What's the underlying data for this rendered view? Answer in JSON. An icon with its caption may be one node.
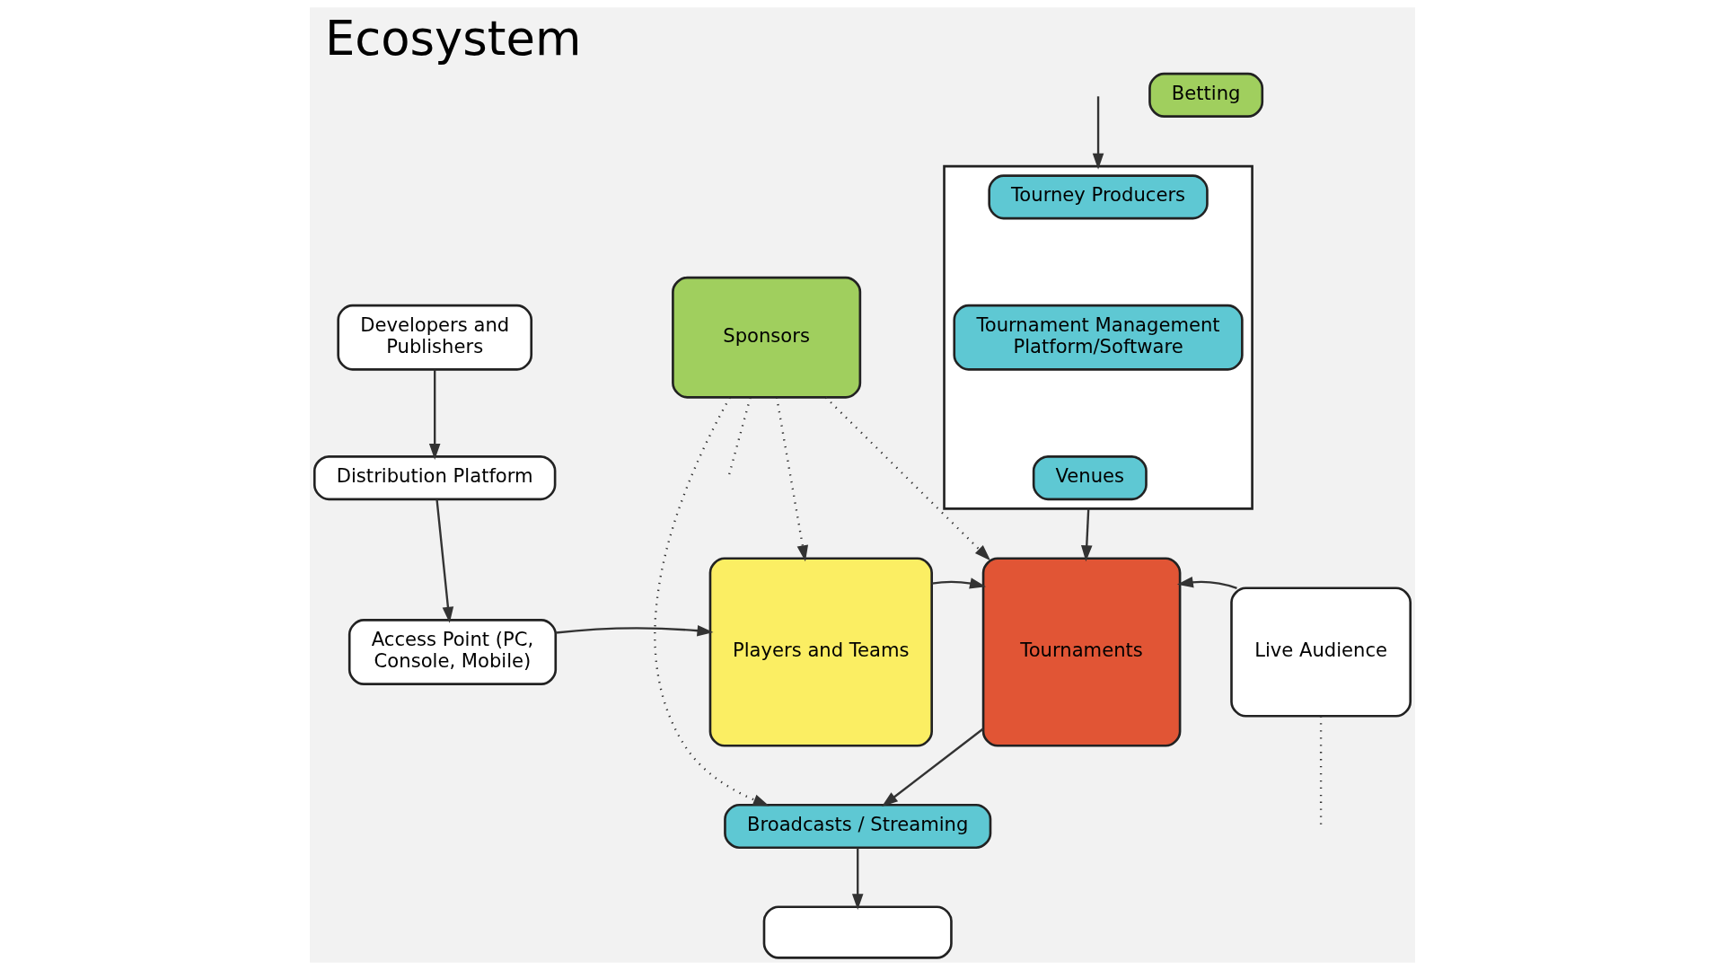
{
  "diagram": {
    "title": "Ecosystem",
    "nodes": [
      {
        "text": [
          "Developers and Publishers"
        ]
      },
      {
        "text": [
          "Distribution Platform"
        ]
      },
      {
        "text": [
          "Access Point (PC, Console, Mobile)"
        ]
      },
      {
        "text": [
          "Sponsors"
        ]
      },
      {
        "text": [
          "Players and Teams"
        ]
      },
      {
        "text": [],
        "shape": "box"
      },
      {
        "text": [
          "Tourney Producers"
        ],
        "in": 5
      },
      {
        "text": [
          "Tournament Management Platform/Software"
        ],
        "in": 5
      },
      {
        "text": [
          "Venues"
        ],
        "in": 5
      },
      {
        "text": [
          "Tournaments"
        ]
      },
      {
        "text": [
          "Live Audience"
        ]
      },
      {
        "text": [
          "Betting"
        ]
      },
      {
        "text": [
          "Broadcasts / Streaming"
        ]
      },
      {
        "text": [],
        "shape": "box"
      }
    ],
    "edges": [
      {
        "from": 0,
        "to": 1,
        "arrow": "to"
      },
      {
        "from": 1,
        "to": 2,
        "arrow": "to"
      },
      {
        "from": 2,
        "to": 4,
        "arrow": "to"
      },
      {
        "from": 3,
        "to": null,
        "arrow": "none",
        "style": "dashed"
      },
      {
        "from": 3,
        "to": 4,
        "arrow": "to",
        "style": "dashed"
      },
      {
        "from": 3,
        "to": 9,
        "arrow": "to",
        "style": "dashed"
      },
      {
        "from": 3,
        "to": 12,
        "arrow": "to",
        "style": "dashed"
      },
      {
        "from": null,
        "to": 5,
        "arrow": "to"
      },
      {
        "from": 5,
        "to": 9,
        "arrow": "to"
      },
      {
        "from": 4,
        "to": 9,
        "arrow": "to"
      },
      {
        "from": 10,
        "to": 9,
        "arrow": "to"
      },
      {
        "from": 10,
        "to": null,
        "arrow": "none",
        "style": "dashed"
      },
      {
        "from": 9,
        "to": 12,
        "arrow": "to"
      },
      {
        "from": 12,
        "to": 13,
        "arrow": "to"
      }
    ]
  }
}
